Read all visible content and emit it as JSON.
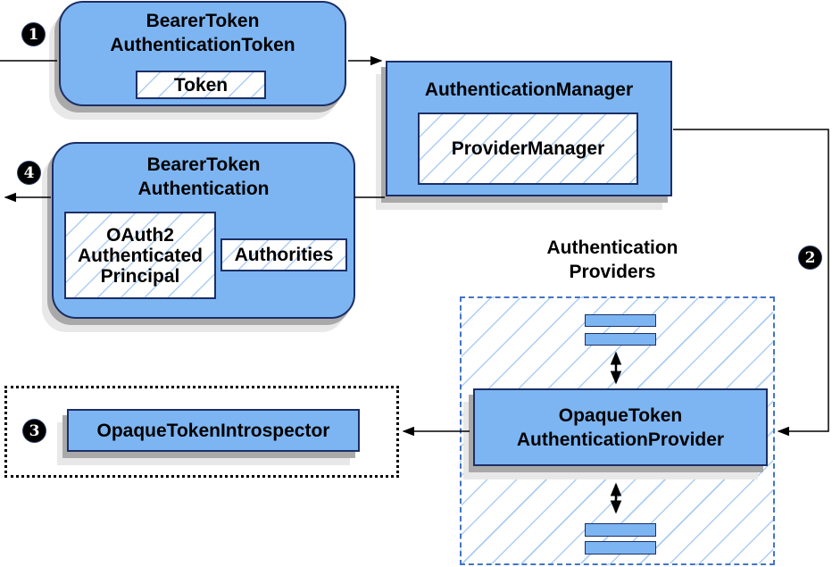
{
  "badges": {
    "s1": "1",
    "s2": "2",
    "s3": "3",
    "s4": "4"
  },
  "boxes": {
    "bearerTokenAuthenticationToken": {
      "title1": "BearerToken",
      "title2": "AuthenticationToken",
      "token": "Token"
    },
    "authenticationManager": {
      "title": "AuthenticationManager",
      "providerManager": "ProviderManager"
    },
    "bearerTokenAuthentication": {
      "title1": "BearerToken",
      "title2": "Authentication",
      "principal1": "OAuth2",
      "principal2": "Authenticated",
      "principal3": "Principal",
      "authorities": "Authorities"
    },
    "introspector": {
      "label": "OpaqueTokenIntrospector"
    },
    "providers": {
      "caption1": "Authentication",
      "caption2": "Providers",
      "provider1": "OpaqueToken",
      "provider2": "AuthenticationProvider"
    }
  },
  "colors": {
    "node_fill": "#7db5f2",
    "node_border": "#1b2f66",
    "hatch_line": "#abcdf4",
    "dashed_border": "#4574c4",
    "shadow_dark": "#a9a9a9",
    "shadow_light": "#e8e8e8",
    "arrow": "#000000",
    "badge_bg": "#000000",
    "badge_text": "#ffffff"
  }
}
